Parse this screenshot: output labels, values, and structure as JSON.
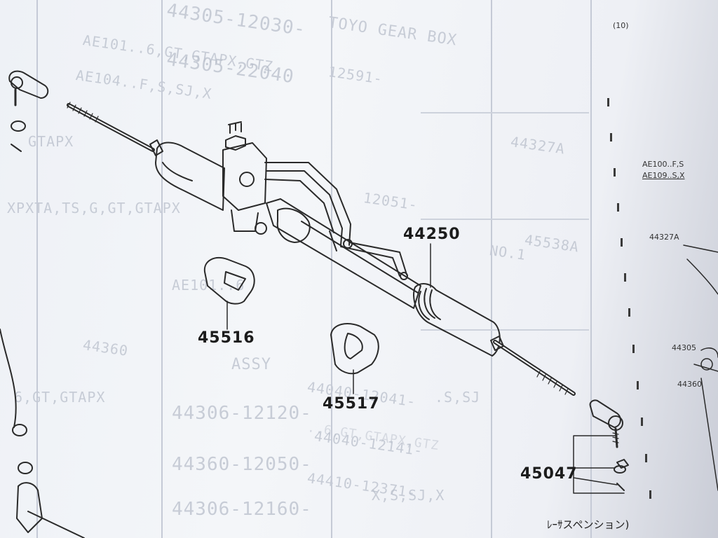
{
  "part_labels": {
    "rack": "44250",
    "bracket_left": "45516",
    "bracket_right": "45517",
    "tie_rod_end": "45047"
  },
  "bleed_through": [
    "44305-12030-",
    "44305-22040",
    "44327A",
    "45538A",
    "44360",
    "44306-12120-",
    "44360-12050-",
    "44306-12160-",
    "TOYO GEAR BOX",
    "ASSY",
    "AE101..6,GT,GTAPX,GTZ",
    "AE104..F,S,SJ,X",
    "NO.1",
    "44410-12371-",
    "44040-12141-",
    "44040-12041-",
    "12051-",
    "..6,GT,GTAPX,GTZ",
    "X,S,SJ,X",
    "AE101..6",
    ".S,SJ",
    "12591-",
    "GTAPX",
    "6,GT,GTAPX",
    "XPXTA,TS,G,GT,GTAPX"
  ],
  "right_page": {
    "code1": "AE100..F,S",
    "code2": "AE109..S,X",
    "code3": "44327A",
    "code4": "44305",
    "code5": "44360",
    "corner": "(10)"
  },
  "bottom_caption": "ﾚｰｻスペンション)"
}
